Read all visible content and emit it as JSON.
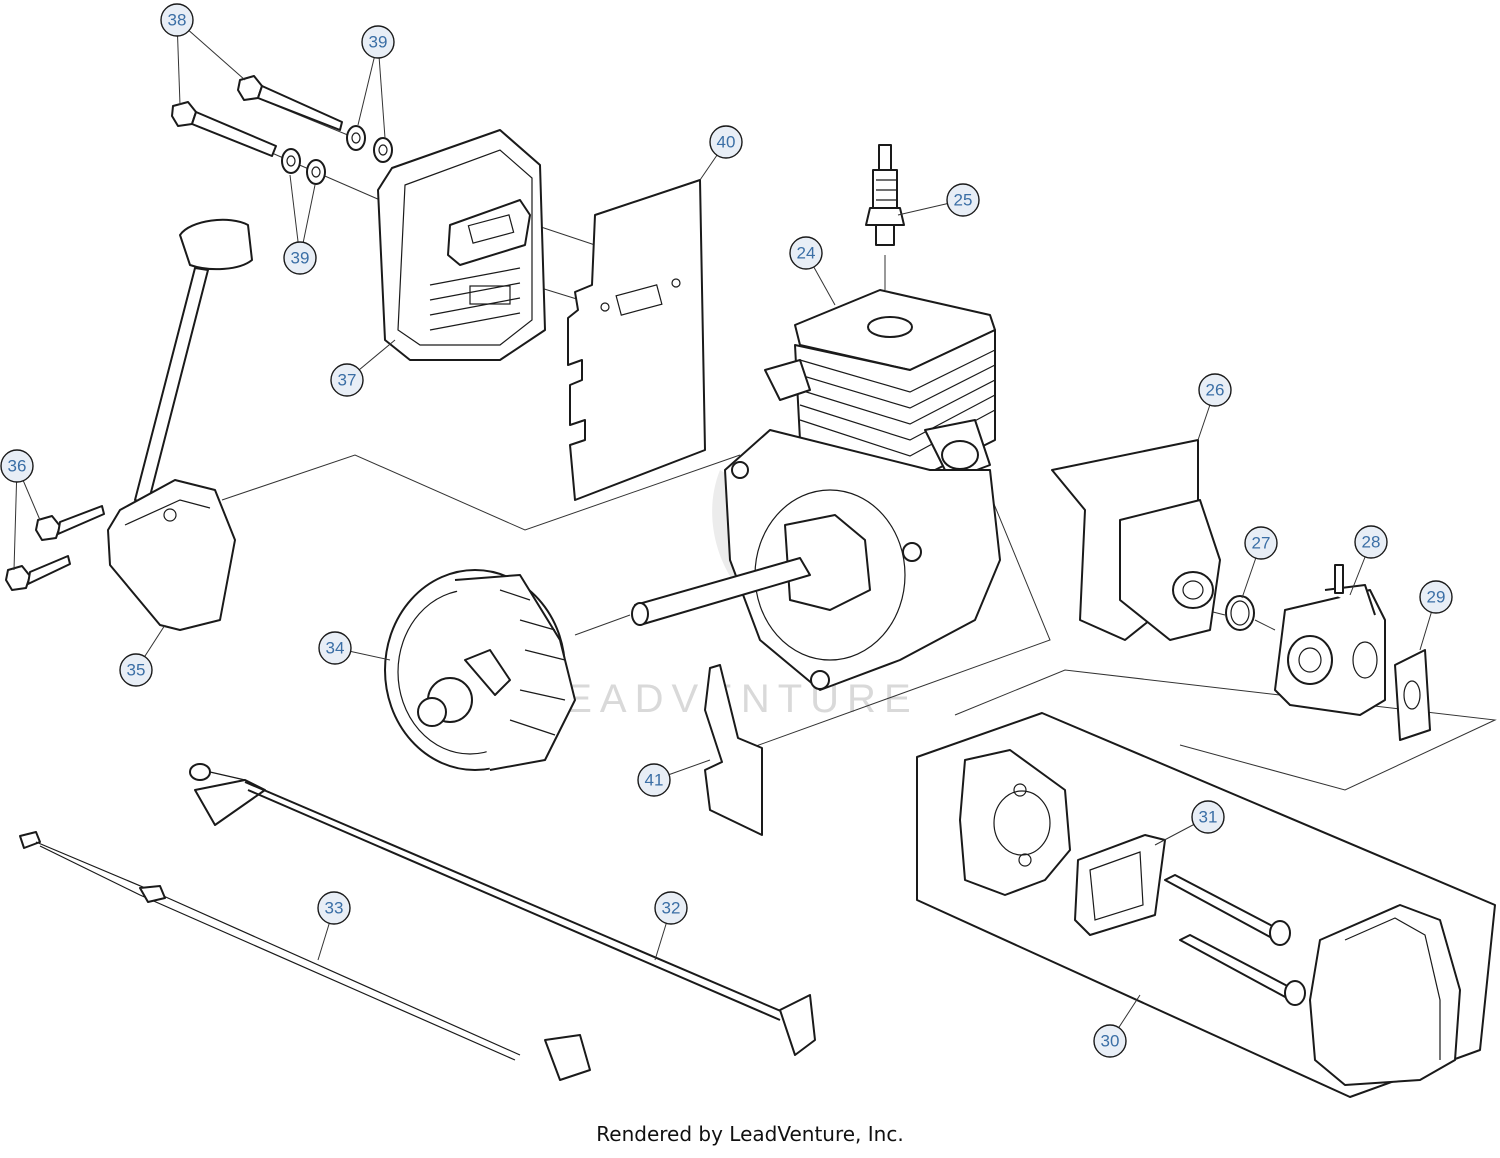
{
  "diagram": {
    "callouts": [
      "24",
      "25",
      "26",
      "27",
      "28",
      "29",
      "30",
      "31",
      "32",
      "33",
      "34",
      "35",
      "36",
      "37",
      "38",
      "39",
      "39",
      "40",
      "41"
    ],
    "watermark": "LEADVENTURE",
    "footer": "Rendered by LeadVenture, Inc."
  }
}
